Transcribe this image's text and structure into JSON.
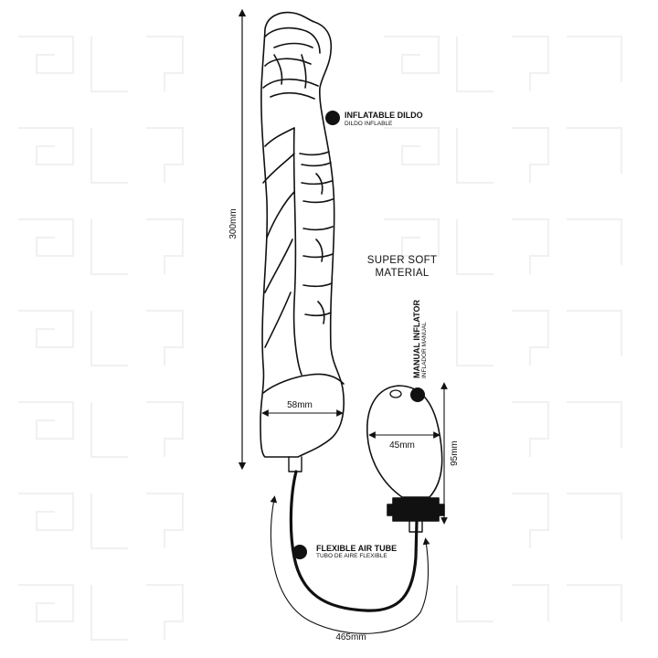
{
  "dimensions": {
    "length": "300mm",
    "base_diameter": "58mm",
    "bulb_width": "45mm",
    "bulb_height": "95mm",
    "tube_length": "465mm"
  },
  "callouts": {
    "dildo_title": "INFLATABLE DILDO",
    "dildo_sub": "DILDO INFLABLE",
    "inflator_title": "MANUAL INFLATOR",
    "inflator_sub": "INFLADOR MANUAL",
    "tube_title": "FLEXIBLE AIR TUBE",
    "tube_sub": "TUBO DE AIRE FLEXIBLE"
  },
  "feature_text": {
    "line1": "SUPER SOFT",
    "line2": "MATERIAL"
  },
  "colors": {
    "ink": "#111111",
    "watermark": "#f1f1f1",
    "background": "#ffffff"
  }
}
